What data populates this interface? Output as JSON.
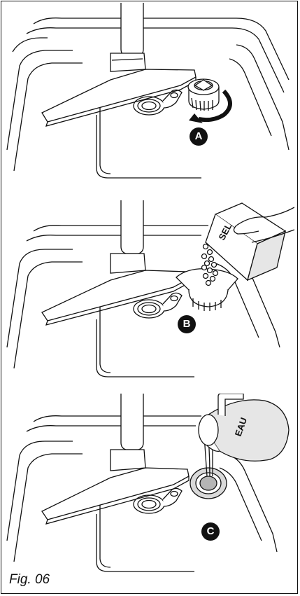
{
  "figure": {
    "caption": "Fig. 06"
  },
  "steps": [
    {
      "id": "A",
      "label": "A",
      "description_icon": "salt-cap-unscrew-icon"
    },
    {
      "id": "B",
      "label": "B",
      "description_icon": "salt-pour-icon",
      "package_text": "SEL"
    },
    {
      "id": "C",
      "label": "C",
      "description_icon": "water-pour-icon",
      "jug_text": "EAU"
    }
  ],
  "colors": {
    "line": "#111111",
    "fill": "#ffffff",
    "shade": "#e6e6e6",
    "dark_shade": "#b5b5b5"
  }
}
